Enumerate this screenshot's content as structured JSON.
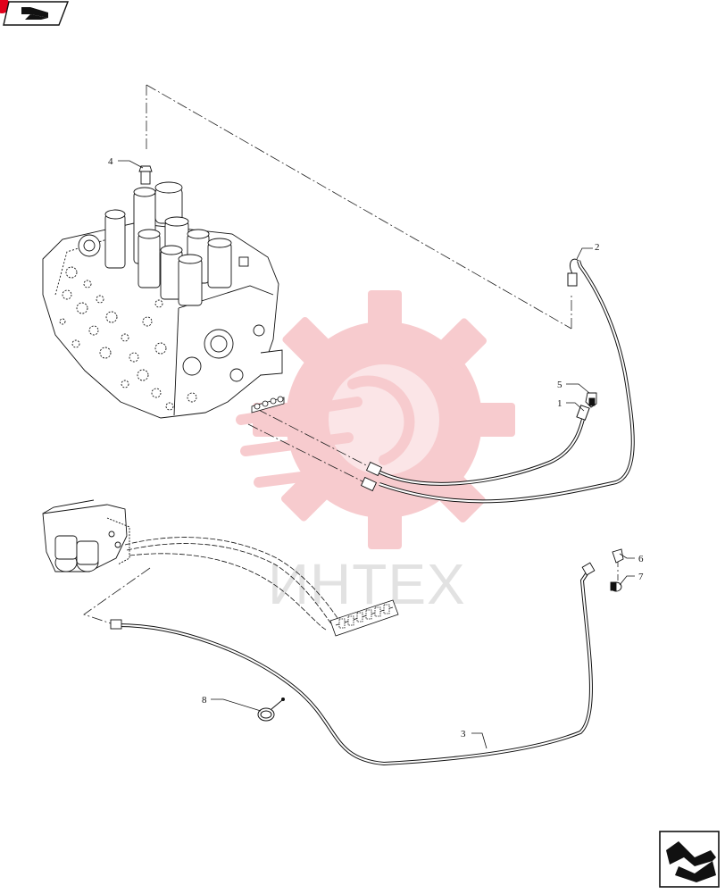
{
  "watermark": {
    "text": "ИНТЕХ",
    "color": "#f6b9bd"
  },
  "callouts": [
    {
      "id": "4",
      "label": "4"
    },
    {
      "id": "2",
      "label": "2"
    },
    {
      "id": "5",
      "label": "5"
    },
    {
      "id": "1",
      "label": "1"
    },
    {
      "id": "6",
      "label": "6"
    },
    {
      "id": "7",
      "label": "7"
    },
    {
      "id": "8",
      "label": "8"
    },
    {
      "id": "3",
      "label": "3"
    }
  ],
  "nav": {
    "back_icon": "previous-page-icon",
    "forward_icon": "next-page-icon",
    "accent": "#e0001b"
  }
}
